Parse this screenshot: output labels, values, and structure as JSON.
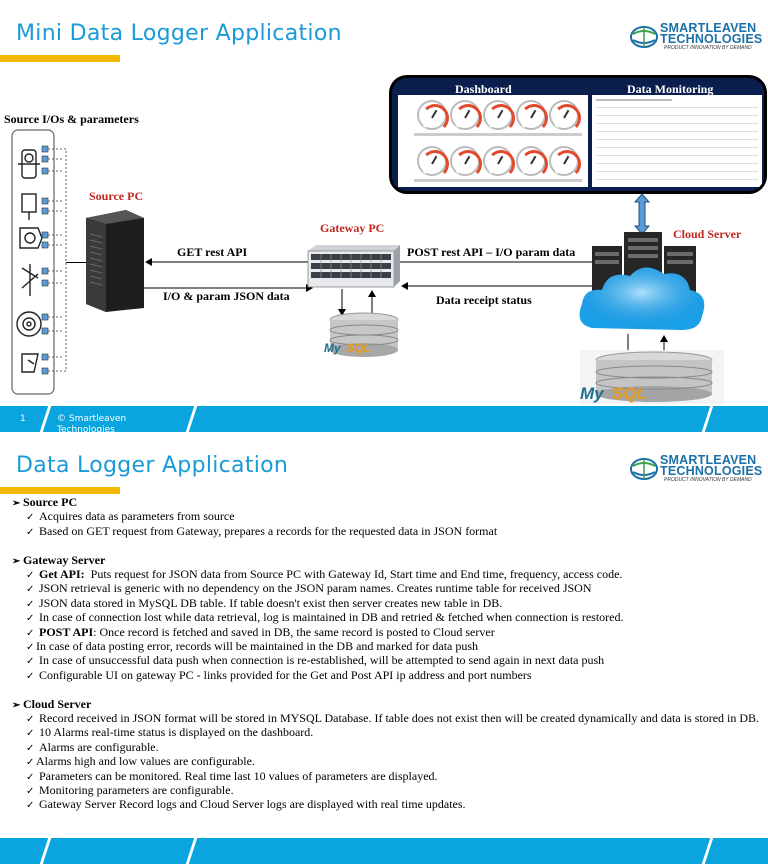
{
  "slide1": {
    "title": "Mini Data Logger Application",
    "logo": {
      "line1": "SMARTLEAVEN",
      "line2": "TECHNOLOGIES",
      "tagline": "PRODUCT INNOVATION BY DEMAND"
    },
    "labels": {
      "source_ios": "Source I/Os & parameters",
      "source_pc": "Source PC",
      "gateway_pc": "Gateway PC",
      "cloud_server": "Cloud Server",
      "get_rest": "GET rest API",
      "json_data": "I/O & param JSON data",
      "post_rest": "POST rest API – I/O  param data",
      "receipt": "Data receipt status",
      "dashboard": "Dashboard",
      "monitoring": "Data Monitoring"
    },
    "footer": {
      "page": "1",
      "copyright": "© Smartleaven Technologies"
    }
  },
  "slide2": {
    "title": "Data Logger Application",
    "logo": {
      "line1": "SMARTLEAVEN",
      "line2": "TECHNOLOGIES",
      "tagline": "PRODUCT INNOVATION BY DEMAND"
    },
    "sections": [
      {
        "heading": "Source PC",
        "items": [
          "Acquires data as parameters from source",
          "Based on GET request from Gateway, prepares a records for the requested data in JSON format"
        ]
      },
      {
        "heading": "Gateway Server",
        "items": [
          {
            "bold": "Get API:",
            "text": "  Puts request for JSON data from Source PC with Gateway Id, Start time and End time, frequency, access code."
          },
          "JSON retrieval is generic with no dependency on the JSON param names. Creates runtime table for received JSON",
          "JSON data stored in  MySQL DB table. If table doesn't exist then server creates new table in DB.",
          "In case of connection lost while data retrieval, log is maintained in DB and retried & fetched when connection is restored.",
          {
            "bold": "POST API",
            "text": ": Once record is fetched and saved in DB, the same record is posted to Cloud server"
          },
          "In case of data posting error, records will be maintained in the DB and marked for data push",
          "In case of unsuccessful data push when connection is re-established, will be attempted to send again in next data push",
          "Configurable UI on gateway PC  - links  provided for the Get and Post API ip address and port numbers"
        ]
      },
      {
        "heading": "Cloud Server",
        "items": [
          "Record received in JSON format will be stored in MYSQL Database. If table does not exist then will be created dynamically and data is stored in DB.",
          "10 Alarms real-time status is displayed on the dashboard.",
          "Alarms are configurable.",
          "Alarms high and low values are configurable.",
          "Parameters can be monitored. Real time last 10 values of parameters are displayed.",
          "Monitoring parameters are configurable.",
          "Gateway Server Record logs and Cloud Server logs are displayed with real time updates."
        ]
      }
    ]
  },
  "colors": {
    "title_blue": "#1a9bd7",
    "accent_yellow": "#f5b800",
    "footer_blue": "#0aa5df",
    "label_red": "#c0281f",
    "logo_blue": "#1b6fa8"
  }
}
